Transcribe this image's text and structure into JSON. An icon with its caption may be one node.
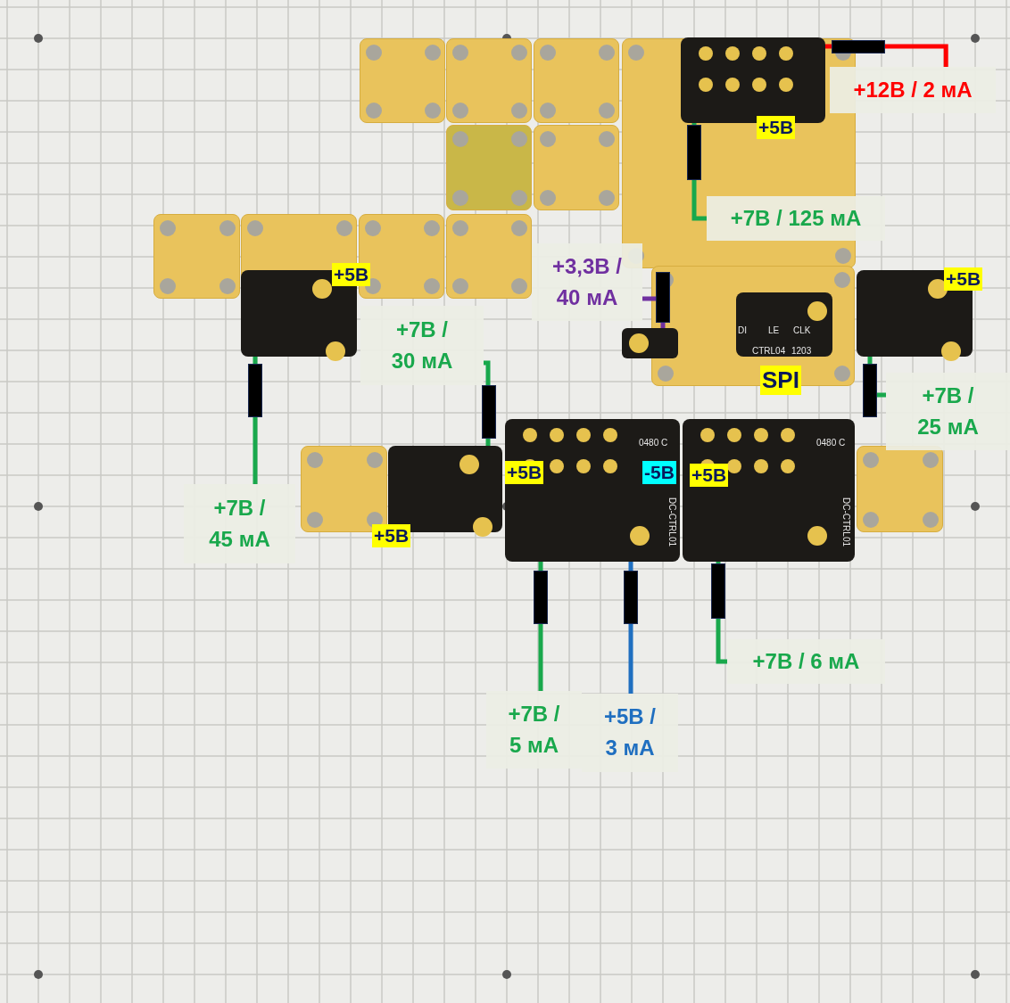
{
  "diagram": {
    "nodes": [
      {
        "text": [
          "+12В / 2 мА"
        ]
      },
      {
        "text": [
          "+5В"
        ]
      },
      {
        "text": [
          "+7В / 125 мА"
        ]
      },
      {
        "text": [
          "+3,3В / 40 мА"
        ]
      },
      {
        "text": [],
        "shape": "box"
      },
      {
        "text": [
          "DI",
          "LE",
          "CLK",
          "CTRL04",
          "1203"
        ],
        "beside": [
          "SPI"
        ]
      },
      {
        "text": [
          "+5В"
        ]
      },
      {
        "text": [
          "+7В / 45 мА"
        ]
      },
      {
        "text": [
          "+7В / 30 мА"
        ]
      },
      {
        "text": [
          "+5В"
        ]
      },
      {
        "text": [
          "+5В"
        ]
      },
      {
        "text": [
          "+7В / 25 мА"
        ]
      },
      {
        "text": [
          "+5В",
          "-5В",
          "0480 C",
          "DC-CTRL01"
        ]
      },
      {
        "text": [
          "+7В / 5 мА"
        ]
      },
      {
        "text": [
          "+5В / 3 мА"
        ]
      },
      {
        "text": [
          "+5В",
          "0480 C",
          "DC-CTRL01"
        ]
      },
      {
        "text": [
          "+7В / 6 мА"
        ]
      }
    ],
    "edges": [
      {
        "from": 0,
        "to": 1,
        "arrow": "none",
        "color": "#ff0000"
      },
      {
        "from": 2,
        "to": 1,
        "arrow": "none"
      },
      {
        "from": 3,
        "to": 4,
        "arrow": "none",
        "color": "#7030a0"
      },
      {
        "from": 7,
        "to": 6,
        "arrow": "none"
      },
      {
        "from": 8,
        "to": 9,
        "arrow": "none"
      },
      {
        "from": 11,
        "to": 10,
        "arrow": "none"
      },
      {
        "from": 13,
        "to": 12,
        "arrow": "none"
      },
      {
        "from": 14,
        "to": 12,
        "arrow": "none",
        "color": "#1f6fc0"
      },
      {
        "from": 16,
        "to": 15,
        "arrow": "none"
      }
    ]
  }
}
